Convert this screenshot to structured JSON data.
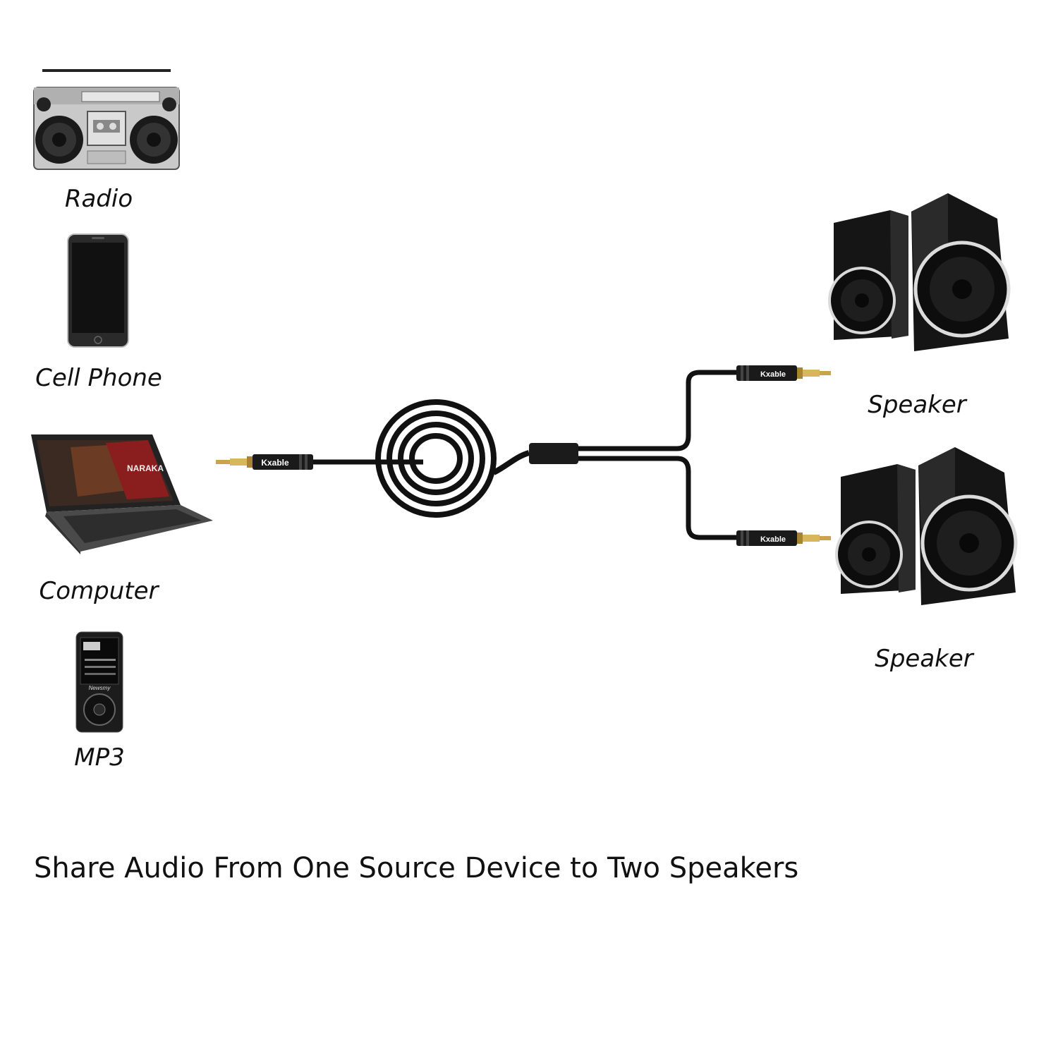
{
  "sources": [
    {
      "id": "radio",
      "label": "Radio",
      "icon": "boombox-radio-icon"
    },
    {
      "id": "phone",
      "label": "Cell Phone",
      "icon": "smartphone-icon"
    },
    {
      "id": "computer",
      "label": "Computer",
      "icon": "laptop-icon"
    },
    {
      "id": "mp3",
      "label": "MP3",
      "icon": "mp3-player-icon"
    }
  ],
  "cable": {
    "brand_main": "Kxable",
    "brand_plug_top": "Kxable",
    "brand_plug_bottom": "Kxable"
  },
  "mp3_screen": {
    "brand": "Newsmy"
  },
  "laptop_screen": {
    "game_text": "NARAKA"
  },
  "speakers": [
    {
      "id": "speaker-top",
      "label": "Speaker"
    },
    {
      "id": "speaker-bottom",
      "label": "Speaker"
    }
  ],
  "caption": "Share Audio From One Source Device to Two Speakers",
  "colors": {
    "cable": "#111111",
    "gold_plug": "#c9a44a",
    "background": "#ffffff"
  }
}
